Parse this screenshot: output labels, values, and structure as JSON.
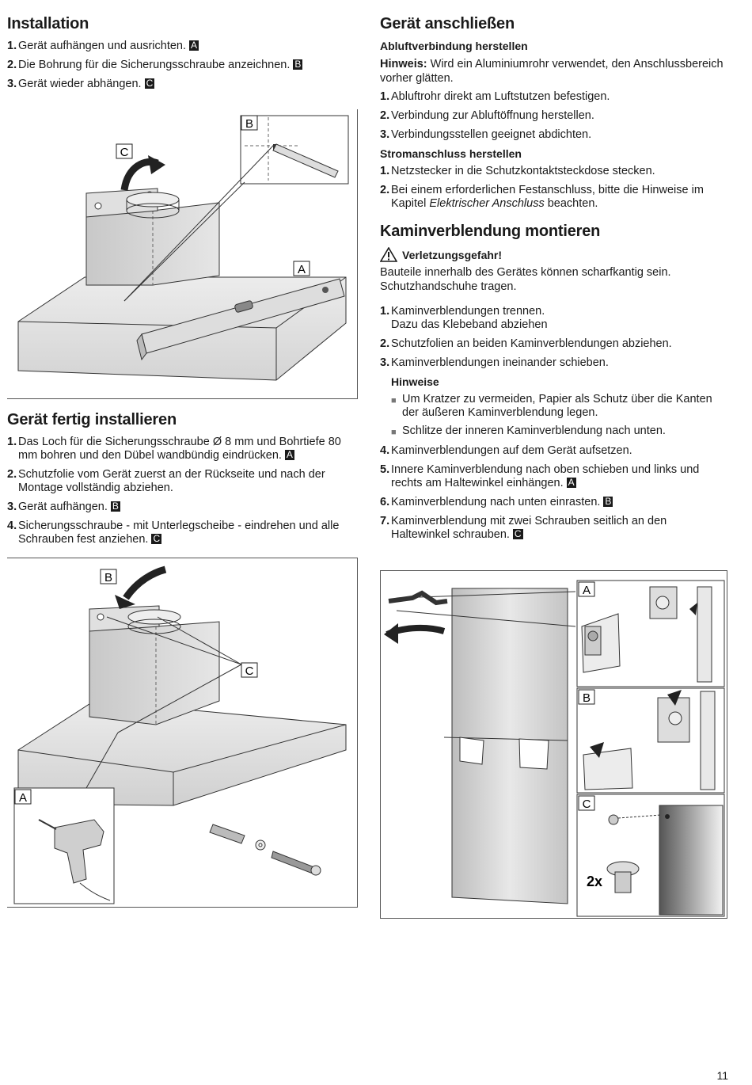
{
  "installation": {
    "title": "Installation",
    "steps": [
      {
        "num": "1.",
        "text": "Gerät aufhängen und ausrichten.",
        "tag": "A"
      },
      {
        "num": "2.",
        "text": "Die Bohrung für die Sicherungsschraube anzeichnen.",
        "tag": "B"
      },
      {
        "num": "3.",
        "text": "Gerät wieder abhängen.",
        "tag": "C"
      }
    ],
    "figure_labels": {
      "a": "A",
      "b": "B",
      "c": "C"
    }
  },
  "fertig": {
    "title": "Gerät fertig installieren",
    "steps": [
      {
        "num": "1.",
        "text": "Das Loch für die Sicherungsschraube Ø 8 mm und Bohrtiefe 80 mm bohren und den Dübel wandbündig eindrücken.",
        "tag": "A"
      },
      {
        "num": "2.",
        "text": "Schutzfolie vom Gerät zuerst an der Rückseite und nach der Montage vollständig abziehen.",
        "tag": ""
      },
      {
        "num": "3.",
        "text": "Gerät aufhängen.",
        "tag": "B"
      },
      {
        "num": "4.",
        "text": "Sicherungsschraube - mit Unterlegscheibe - eindrehen und alle Schrauben fest anziehen.",
        "tag": "C"
      }
    ],
    "figure_labels": {
      "a": "A",
      "b": "B",
      "c": "C"
    }
  },
  "anschliessen": {
    "title": "Gerät anschließen",
    "abluft_title": "Abluftverbindung herstellen",
    "hinweis_label": "Hinweis:",
    "hinweis_text": " Wird ein Aluminiumrohr verwendet, den Anschlussbereich vorher glätten.",
    "abluft_steps": [
      {
        "num": "1.",
        "text": "Abluftrohr direkt am Luftstutzen befestigen."
      },
      {
        "num": "2.",
        "text": "Verbindung zur Abluftöffnung herstellen."
      },
      {
        "num": "3.",
        "text": "Verbindungsstellen geeignet abdichten."
      }
    ],
    "strom_title": "Stromanschluss herstellen",
    "strom_step1": "Netzstecker in die Schutzkontaktsteckdose stecken.",
    "strom_step2_a": "Bei einem erforderlichen Festanschluss, bitte die Hinweise im Kapitel ",
    "strom_step2_em": "Elektrischer Anschluss",
    "strom_step2_b": " beachten."
  },
  "kamin": {
    "title": "Kaminverblendung montieren",
    "warning_title": "Verletzungsgefahr!",
    "warning_text": "Bauteile innerhalb des Gerätes können scharfkantig sein. Schutzhandschuhe tragen.",
    "steps_a": [
      {
        "num": "1.",
        "text": "Kaminverblendungen trennen.",
        "text2": "Dazu das Klebeband abziehen"
      },
      {
        "num": "2.",
        "text": "Schutzfolien an beiden Kaminverblendungen abziehen."
      },
      {
        "num": "3.",
        "text": "Kaminverblendungen ineinander schieben."
      }
    ],
    "hinweise_title": "Hinweise",
    "hinweise": [
      "Um Kratzer zu vermeiden, Papier als Schutz über die Kanten der äußeren Kaminverblendung legen.",
      "Schlitze der inneren Kaminverblendung nach unten."
    ],
    "steps_b": [
      {
        "num": "4.",
        "text": "Kaminverblendungen auf dem Gerät aufsetzen.",
        "tag": ""
      },
      {
        "num": "5.",
        "text": "Innere Kaminverblendung nach oben schieben und links und rechts am Haltewinkel einhängen.",
        "tag": "A"
      },
      {
        "num": "6.",
        "text": "Kaminverblendung nach unten einrasten.",
        "tag": "B"
      },
      {
        "num": "7.",
        "text": "Kaminverblendung mit zwei Schrauben seitlich an den Haltewinkel schrauben.",
        "tag": "C"
      }
    ],
    "figure_labels": {
      "a": "A",
      "b": "B",
      "c": "C",
      "count": "2x"
    }
  },
  "page_number": "11"
}
